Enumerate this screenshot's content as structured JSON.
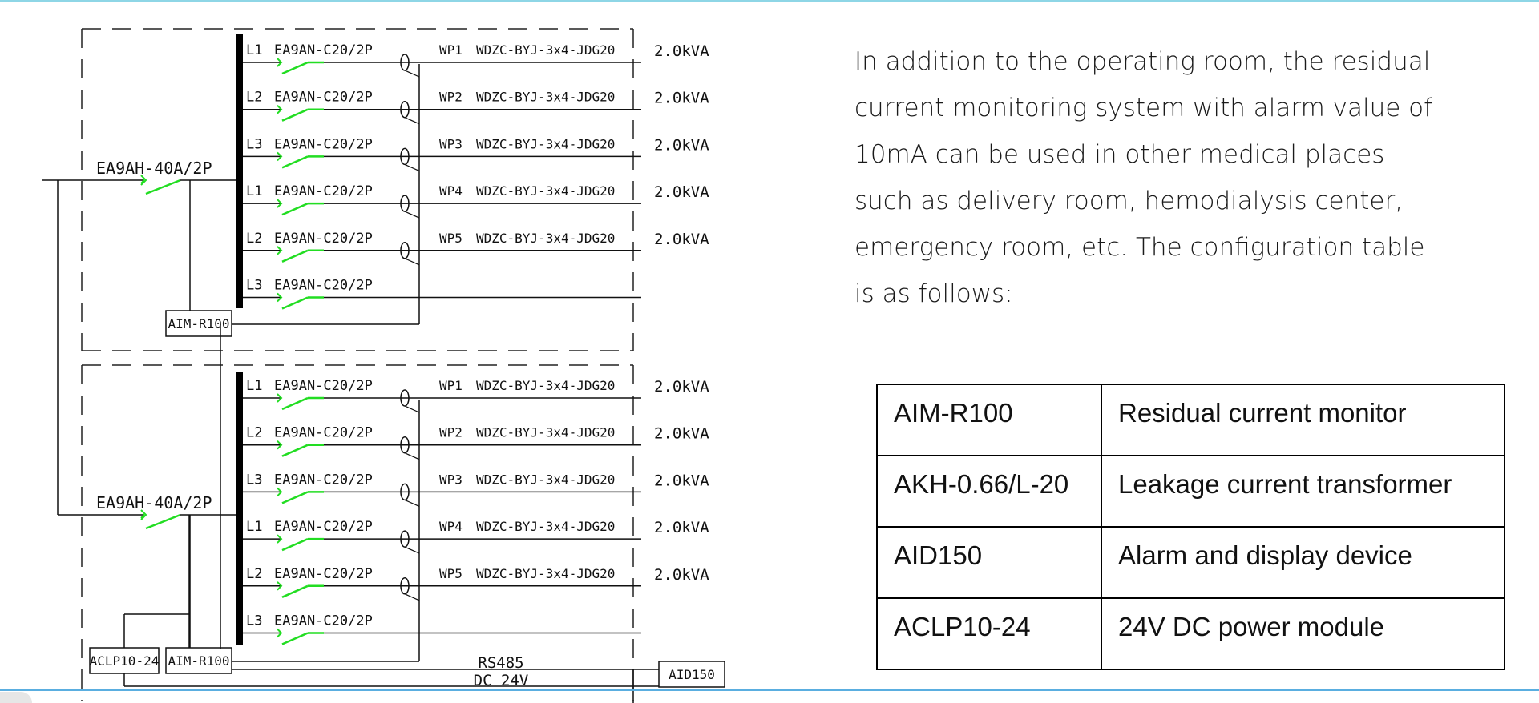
{
  "description": "In addition to the operating room, the residual current monitoring system with alarm value of 10mA can be used in other medical places such as delivery room, hemodialysis center, emergency room, etc. The configuration table is as follows:",
  "config_table": {
    "rows": [
      {
        "code": "AIM-R100",
        "desc": "Residual current monitor"
      },
      {
        "code": "AKH-0.66/L-20",
        "desc": "Leakage current transformer"
      },
      {
        "code": "AID150",
        "desc": "Alarm and display device"
      },
      {
        "code": "ACLP10-24",
        "desc": "24V DC power module"
      }
    ]
  },
  "diagram": {
    "main_breaker": "EA9AH-40A/2P",
    "monitor_label": "AIM-R100",
    "power_module_label": "ACLP10-24",
    "alarm_label": "AID150",
    "bus_label": "RS485",
    "power_label": "DC 24V",
    "panels": [
      {
        "circuits": [
          {
            "phase": "L1",
            "breaker": "EA9AN-C20/2P",
            "wp": "WP1",
            "cable": "WDZC-BYJ-3x4-JDG20",
            "load": "2.0kVA"
          },
          {
            "phase": "L2",
            "breaker": "EA9AN-C20/2P",
            "wp": "WP2",
            "cable": "WDZC-BYJ-3x4-JDG20",
            "load": "2.0kVA"
          },
          {
            "phase": "L3",
            "breaker": "EA9AN-C20/2P",
            "wp": "WP3",
            "cable": "WDZC-BYJ-3x4-JDG20",
            "load": "2.0kVA"
          },
          {
            "phase": "L1",
            "breaker": "EA9AN-C20/2P",
            "wp": "WP4",
            "cable": "WDZC-BYJ-3x4-JDG20",
            "load": "2.0kVA"
          },
          {
            "phase": "L2",
            "breaker": "EA9AN-C20/2P",
            "wp": "WP5",
            "cable": "WDZC-BYJ-3x4-JDG20",
            "load": "2.0kVA"
          },
          {
            "phase": "L3",
            "breaker": "EA9AN-C20/2P",
            "wp": "",
            "cable": "",
            "load": ""
          }
        ]
      },
      {
        "circuits": [
          {
            "phase": "L1",
            "breaker": "EA9AN-C20/2P",
            "wp": "WP1",
            "cable": "WDZC-BYJ-3x4-JDG20",
            "load": "2.0kVA"
          },
          {
            "phase": "L2",
            "breaker": "EA9AN-C20/2P",
            "wp": "WP2",
            "cable": "WDZC-BYJ-3x4-JDG20",
            "load": "2.0kVA"
          },
          {
            "phase": "L3",
            "breaker": "EA9AN-C20/2P",
            "wp": "WP3",
            "cable": "WDZC-BYJ-3x4-JDG20",
            "load": "2.0kVA"
          },
          {
            "phase": "L1",
            "breaker": "EA9AN-C20/2P",
            "wp": "WP4",
            "cable": "WDZC-BYJ-3x4-JDG20",
            "load": "2.0kVA"
          },
          {
            "phase": "L2",
            "breaker": "EA9AN-C20/2P",
            "wp": "WP5",
            "cable": "WDZC-BYJ-3x4-JDG20",
            "load": "2.0kVA"
          },
          {
            "phase": "L3",
            "breaker": "EA9AN-C20/2P",
            "wp": "",
            "cable": "",
            "load": ""
          }
        ]
      }
    ],
    "colors": {
      "wire": "#111111",
      "breaker": "#22dd22",
      "frame": "#222222"
    }
  }
}
